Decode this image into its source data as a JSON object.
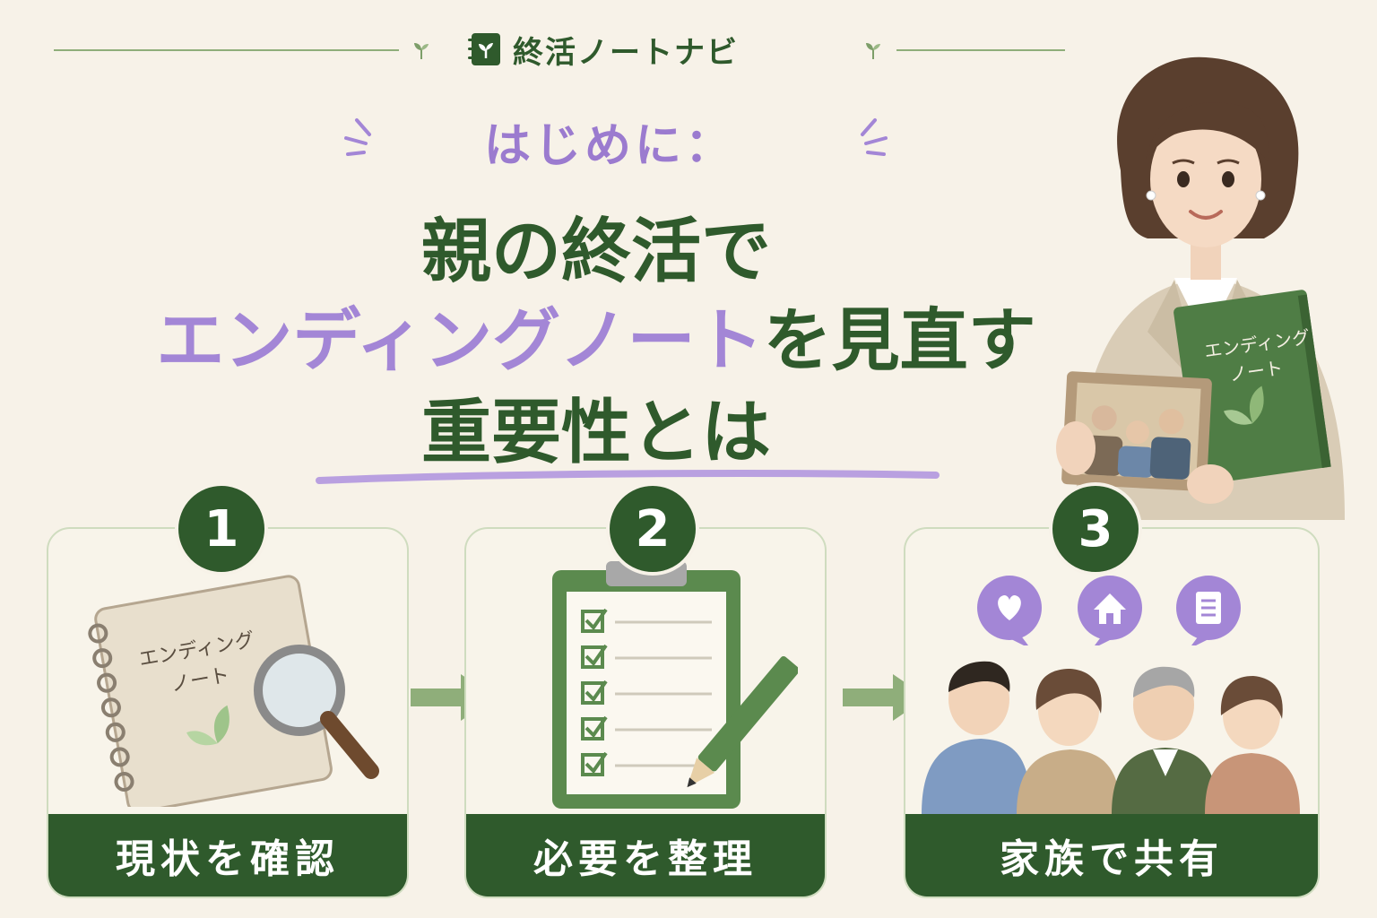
{
  "header": {
    "brand": "終活ノートナビ",
    "intro": "はじめに："
  },
  "headline": {
    "line1": "親の終活で",
    "line2_highlight": "エンディングノート",
    "line2_rest": "を見直す",
    "line3": "重要性とは"
  },
  "illustration": {
    "held_book_title_line1": "エンディング",
    "held_book_title_line2": "ノート"
  },
  "steps": [
    {
      "number": "1",
      "label": "現状を確認",
      "notebook_title_line1": "エンディング",
      "notebook_title_line2": "ノート"
    },
    {
      "number": "2",
      "label": "必要を整理"
    },
    {
      "number": "3",
      "label": "家族で共有"
    }
  ],
  "colors": {
    "background": "#f7f2e8",
    "primary_green": "#2f5a2c",
    "accent_purple": "#a386d6",
    "light_green": "#8fae7a"
  },
  "icons": [
    "brand-notebook-icon",
    "sprout-icon",
    "checklist-icon",
    "pencil-icon",
    "magnifier-icon",
    "heart-bubble-icon",
    "house-bubble-icon",
    "document-bubble-icon",
    "arrow-right-icon"
  ]
}
